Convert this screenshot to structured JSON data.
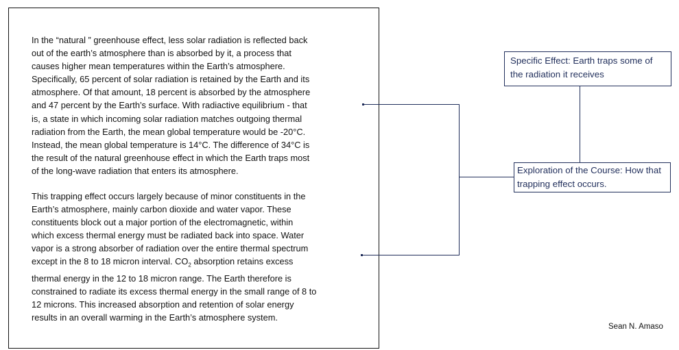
{
  "document": {
    "paragraph1": [
      "In the “natural ” greenhouse effect, less solar radiation is reflected back",
      "out of the earth’s atmosphere than is absorbed by it, a process that",
      "causes higher mean temperatures within the Earth’s atmosphere.",
      "Specifically, 65 percent of solar radiation is retained by the Earth and its",
      "atmosphere. Of that amount, 18 percent is absorbed by the atmosphere",
      "and 47 percent by the Earth’s surface. With radiactive equilibrium - that",
      "is, a state in which incoming solar radiation matches outgoing thermal",
      "radiation from the Earth, the mean global temperature would be -20°C.",
      "Instead, the mean global temperature is 14°C. The difference of 34°C is",
      "the result of the natural greenhouse effect in which the Earth traps most",
      "of the long-wave radiation that enters its atmosphere."
    ],
    "paragraph2": [
      "This trapping effect occurs largely because of minor constituents in the",
      "Earth’s atmosphere, mainly carbon dioxide and water vapor. These",
      "constituents block out a major portion of the electromagnetic, within",
      "which excess thermal energy must be radiated back into space. Water",
      "vapor is a strong absorber of radiation over the entire thermal spectrum"
    ],
    "co2_line": {
      "before": "except in the 8 to 18 micron interval. CO",
      "sub": "2",
      "after": " absorption retains excess"
    },
    "paragraph2_rest": [
      "thermal energy in the 12 to 18 micron range. The Earth therefore is",
      "constrained to radiate its excess thermal energy in the small range of 8 to",
      "12 microns. This increased absorption and retention of solar energy",
      "results in an overall warming in the Earth’s atmosphere system."
    ]
  },
  "annotations": {
    "specific_effect": "Specific Effect: Earth traps some of the radiation it receives",
    "exploration": "Exploration of the Course: How that trapping effect occurs."
  },
  "author": "Sean N. Amaso",
  "colors": {
    "annotation": "#1f2d5a",
    "text": "#111111"
  }
}
